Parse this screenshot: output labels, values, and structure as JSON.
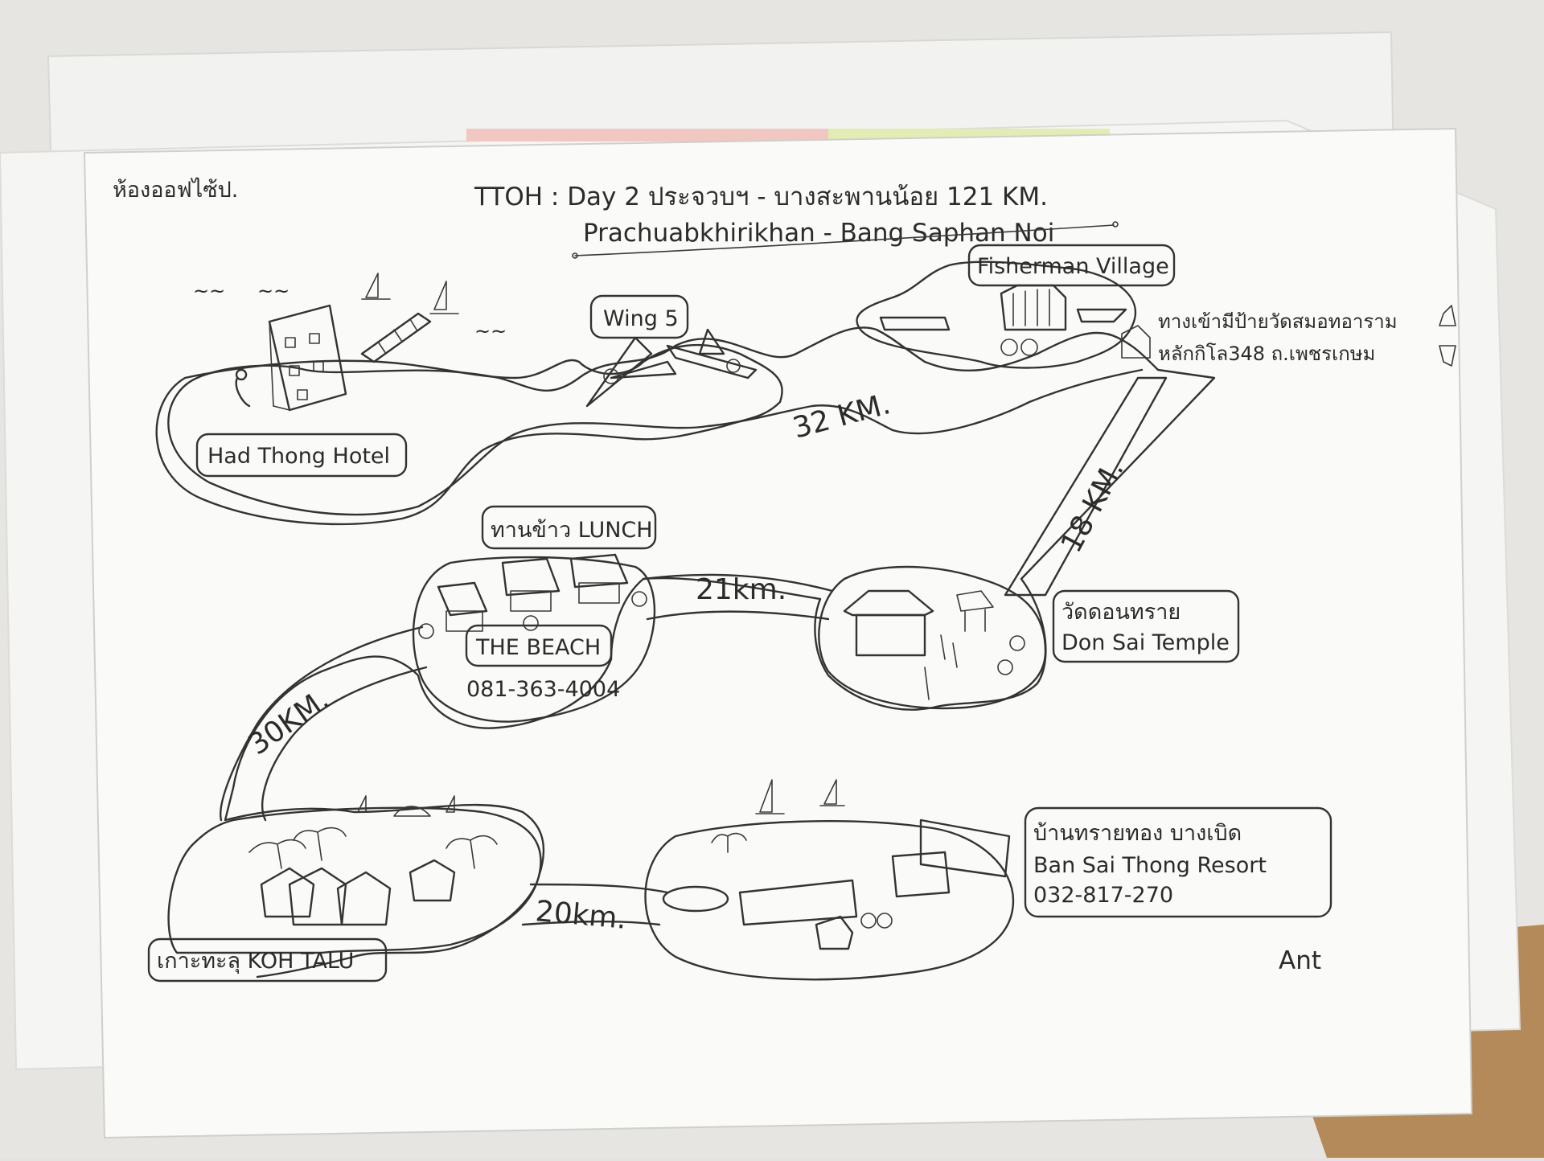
{
  "header": {
    "corner_note": "ห้องออฟไซ้ป.",
    "title_line1": "TTOH : Day 2 ประจวบฯ - บางสะพานน้อย 121 KM.",
    "title_line2": "Prachuabkhirikhan - Bang Saphan Noi"
  },
  "places": {
    "hotel": "Had Thong Hotel",
    "wing": "Wing 5",
    "fisherman": "Fisherman Village",
    "fisherman_note_1": "ทางเข้ามีป้ายวัดสมอทอาราม",
    "fisherman_note_2": "หลักกิโล348 ถ.เพชรเกษม",
    "lunch": "ทานข้าว LUNCH",
    "beach": "THE BEACH",
    "beach_phone": "081-363-4004",
    "temple_th": "วัดดอนทราย",
    "temple_en": "Don Sai Temple",
    "koh_talu": "เกาะทะลุ  KOH TALU",
    "resort_th": "บ้านทรายทอง บางเบิด",
    "resort_en": "Ban Sai Thong Resort",
    "resort_phone": "032-817-270"
  },
  "distances": {
    "d1": "32 KM.",
    "d2": "18 KM.",
    "d3": "21km.",
    "d4": "30KM.",
    "d5": "20km."
  },
  "signature": "Ant",
  "colors": {
    "paper": "#fafaf8",
    "ink": "#333333",
    "table": "#b48a5a",
    "background": "#e4e3df"
  }
}
